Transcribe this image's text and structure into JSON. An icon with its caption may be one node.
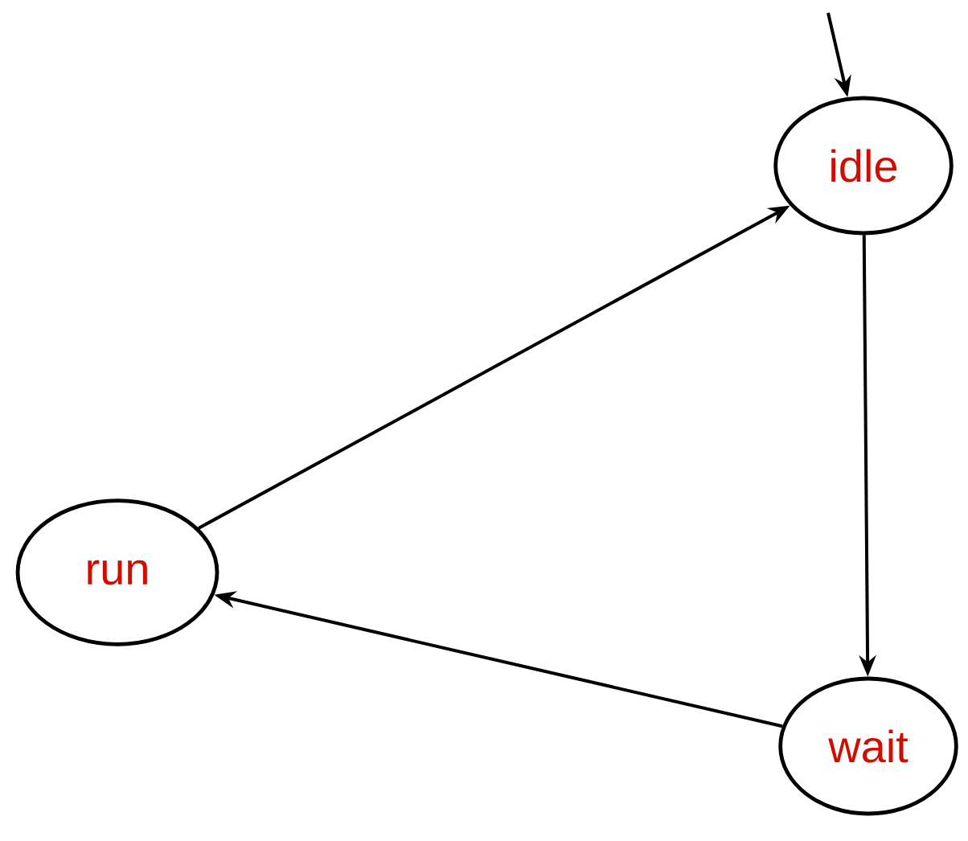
{
  "diagram": {
    "nodes": [
      {
        "text": [
          "idle"
        ]
      },
      {
        "text": [
          "run"
        ]
      },
      {
        "text": [
          "wait"
        ]
      }
    ],
    "edges": [
      {
        "from": null,
        "to": 0,
        "arrow": "to"
      },
      {
        "from": 0,
        "to": 2,
        "arrow": "to"
      },
      {
        "from": 2,
        "to": 1,
        "arrow": "to"
      },
      {
        "from": 1,
        "to": 0,
        "arrow": "to"
      }
    ]
  }
}
